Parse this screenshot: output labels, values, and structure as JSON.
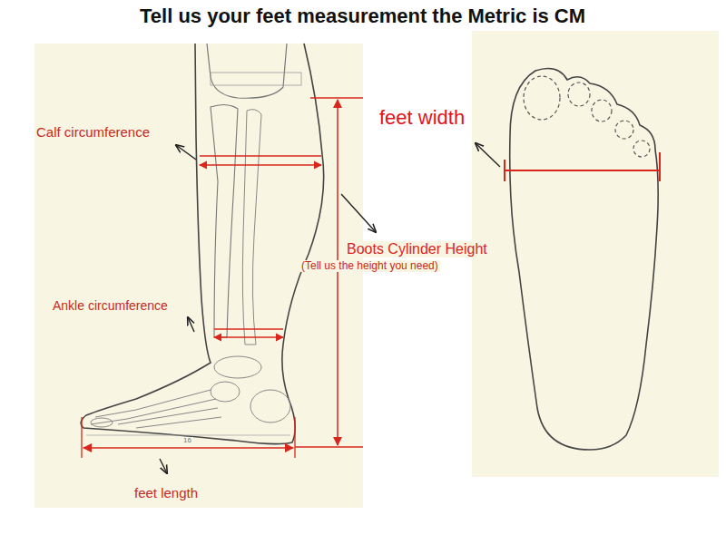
{
  "diagram": {
    "title": "Tell us your feet measurement the Metric is CM",
    "labels": [
      "Calf circumference",
      "feet width",
      "Boots Cylinder Height",
      "(Tell us the height you need)",
      "Ankle circumference",
      "feet length",
      "16"
    ]
  }
}
